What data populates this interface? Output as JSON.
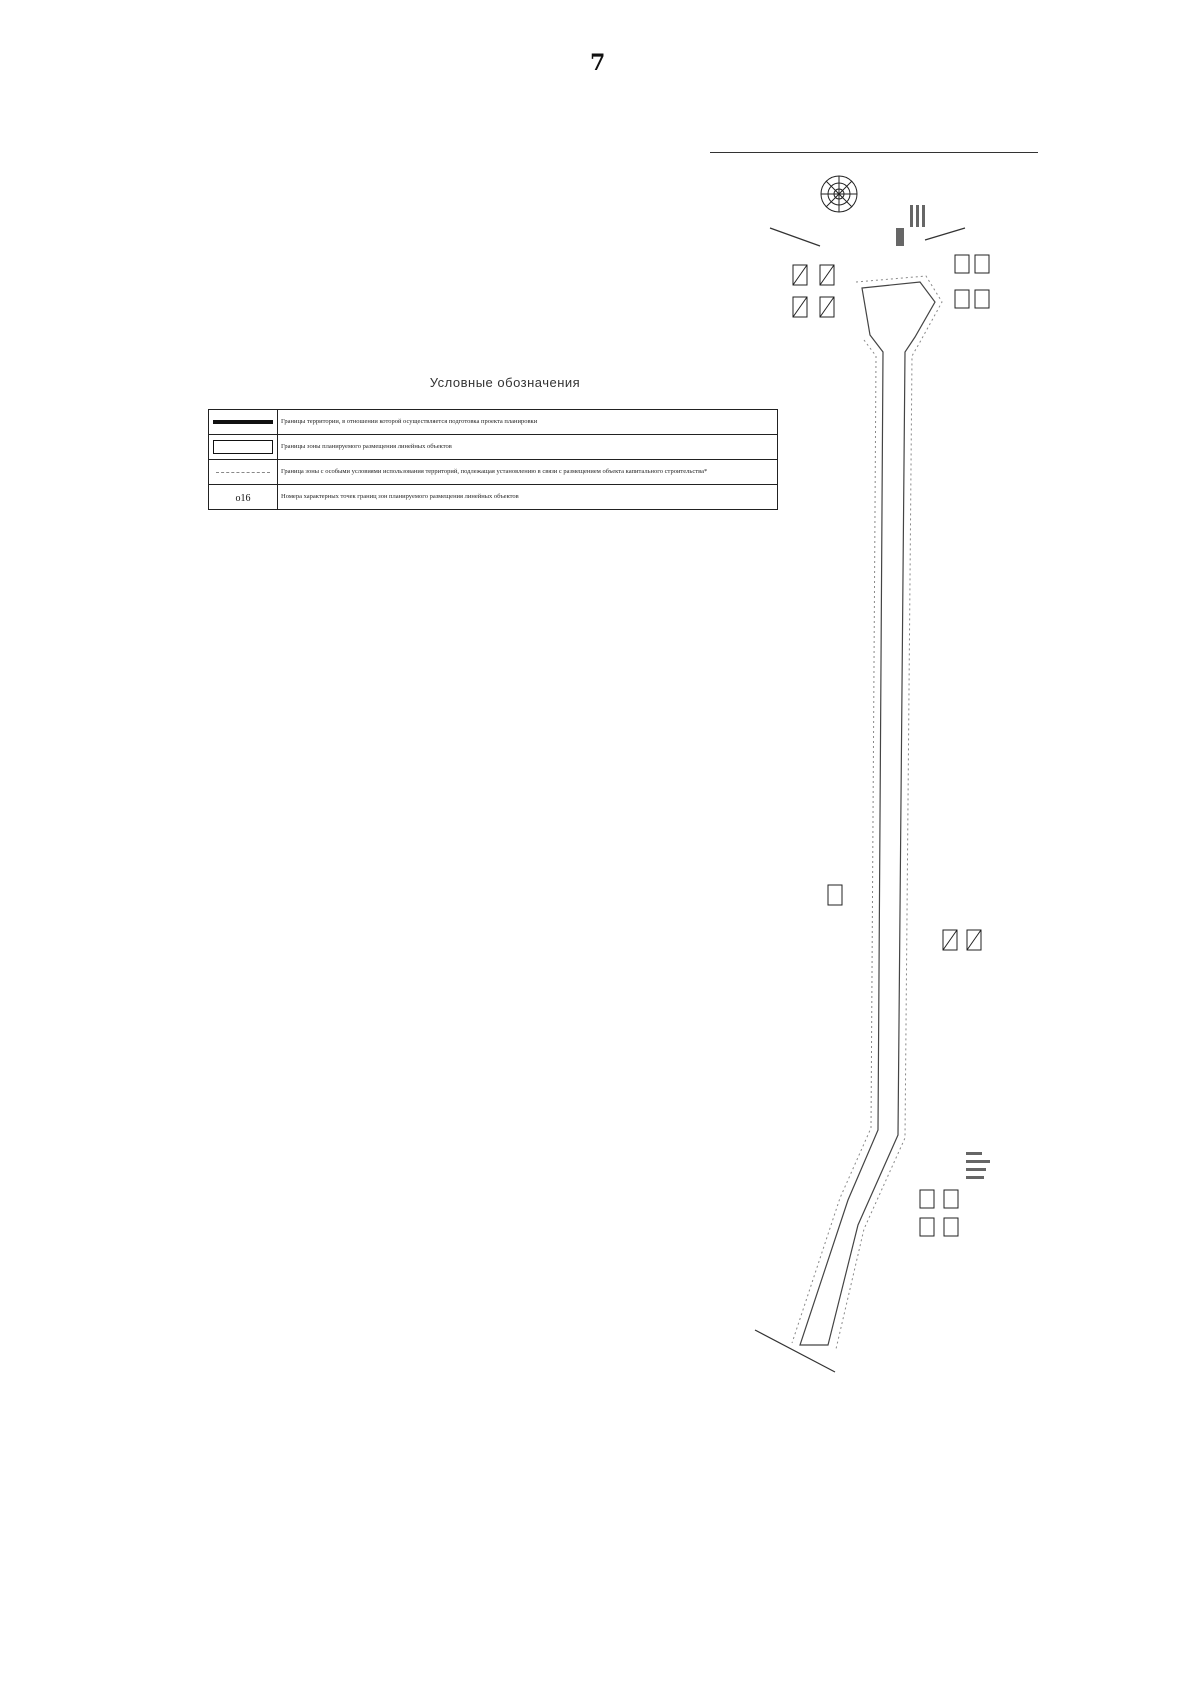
{
  "page_number": "7",
  "legend": {
    "title": "Условные обозначения",
    "items": [
      {
        "symbol": "thick-line",
        "text": "Границы территории, в отношении которой осуществляется подготовка проекта планировки"
      },
      {
        "symbol": "rectangle",
        "text": "Границы зоны планируемого размещения линейных объектов"
      },
      {
        "symbol": "dotted-line",
        "text": "Граница зоны с особыми условиями использования территорий, подлежащая установлению в связи с размещением объекта капитального строительства*"
      },
      {
        "symbol": "point-label",
        "symbol_text": "о16",
        "text": "Номера характерных точек границ зон планируемого размещения линейных объектов"
      }
    ]
  },
  "map": {
    "icons": [
      "compass-rose-icon",
      "power-pole-icon"
    ],
    "line_color": "#333333",
    "corridor_color": "#555555"
  }
}
